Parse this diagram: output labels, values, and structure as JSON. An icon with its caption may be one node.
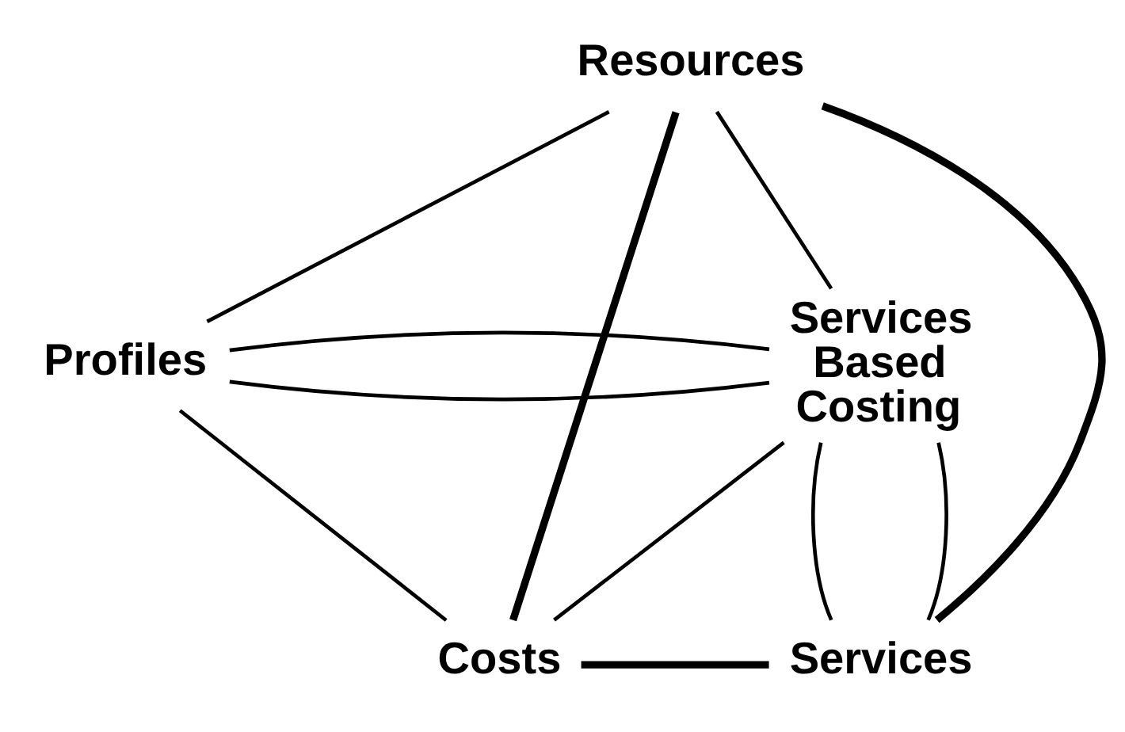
{
  "diagram": {
    "nodes": [
      {
        "text": [
          "Resources"
        ]
      },
      {
        "text": [
          "Profiles"
        ]
      },
      {
        "text": [
          "Services Based Costing"
        ]
      },
      {
        "text": [
          "Services"
        ]
      },
      {
        "text": [
          "Costs"
        ]
      }
    ],
    "edges": [
      {
        "from": 0,
        "to": 3,
        "arrow": "none",
        "style": "thick"
      },
      {
        "from": 0,
        "to": 4,
        "arrow": "none",
        "style": "thick"
      },
      {
        "from": 3,
        "to": 4,
        "arrow": "none",
        "style": "thick"
      },
      {
        "from": 0,
        "to": 1,
        "arrow": "none"
      },
      {
        "from": 1,
        "to": 4,
        "arrow": "none"
      },
      {
        "from": 0,
        "to": 2,
        "arrow": "none"
      },
      {
        "from": 1,
        "to": 2,
        "arrow": "none"
      },
      {
        "from": 1,
        "to": 2,
        "arrow": "none"
      },
      {
        "from": 3,
        "to": 2,
        "arrow": "none"
      },
      {
        "from": 3,
        "to": 2,
        "arrow": "none"
      },
      {
        "from": 4,
        "to": 2,
        "arrow": "none"
      }
    ]
  }
}
